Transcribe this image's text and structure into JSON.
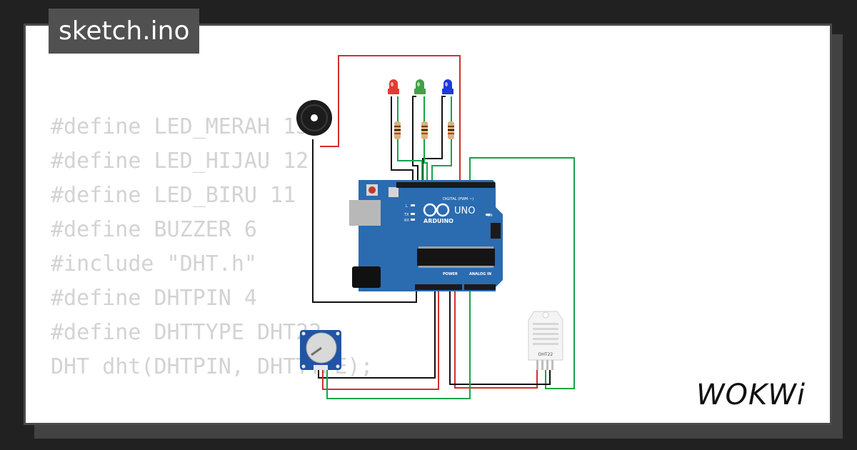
{
  "tab": {
    "filename": "sketch.ino"
  },
  "code": {
    "lines": [
      "#define LED_MERAH 13",
      "#define LED_HIJAU 12",
      "#define LED_BIRU 11",
      "#define BUZZER 6",
      "#include \"DHT.h\"",
      "#define DHTPIN 4",
      "#define DHTTYPE DHT22",
      "DHT dht(DHTPIN, DHTTYPE);"
    ]
  },
  "board": {
    "brand": "ARDUINO",
    "model": "UNO",
    "label_digital": "DIGITAL (PWM ~)",
    "label_power": "POWER",
    "label_analog": "ANALOG IN",
    "label_l": "L",
    "label_tx": "TX",
    "label_rx": "RX",
    "label_on": "ON"
  },
  "sensor": {
    "label": "DHT22"
  },
  "leds": [
    {
      "color": "#e53935"
    },
    {
      "color": "#43a047"
    },
    {
      "color": "#1e3bd8"
    }
  ],
  "wires": {
    "red": "#d32f2f",
    "green": "#16a34a",
    "black": "#111111"
  },
  "brand": {
    "logo": "WOKWi"
  }
}
